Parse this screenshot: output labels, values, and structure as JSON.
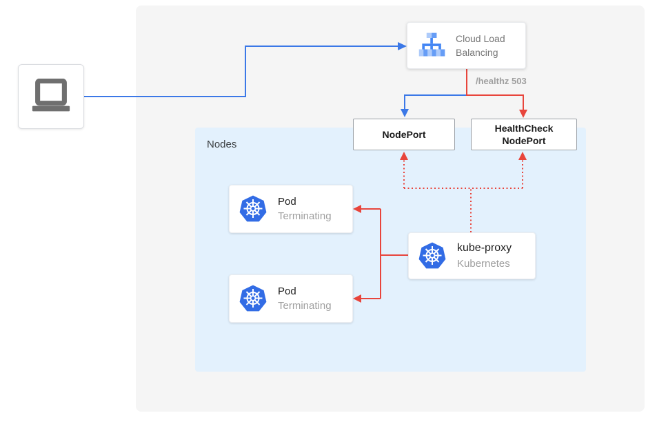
{
  "diagram": {
    "client": {
      "icon": "laptop-icon"
    },
    "cloud_load_balancing": {
      "icon": "load-balancer-tree-icon",
      "label_line1": "Cloud Load",
      "label_line2": "Balancing"
    },
    "healthz_label": "/healthz 503",
    "nodeport": {
      "label": "NodePort"
    },
    "healthcheck_nodeport": {
      "label_line1": "HealthCheck",
      "label_line2": "NodePort"
    },
    "nodes_group": {
      "label": "Nodes"
    },
    "pods": [
      {
        "icon": "kubernetes-wheel-icon",
        "title": "Pod",
        "status": "Terminating"
      },
      {
        "icon": "kubernetes-wheel-icon",
        "title": "Pod",
        "status": "Terminating"
      }
    ],
    "kube_proxy": {
      "icon": "kubernetes-wheel-icon",
      "title": "kube-proxy",
      "subtitle": "Kubernetes"
    },
    "connections": [
      {
        "from": "client",
        "to": "cloud-load-balancing",
        "style": "solid",
        "color": "blue"
      },
      {
        "from": "cloud-load-balancing",
        "to": "nodeport",
        "style": "solid",
        "color": "blue"
      },
      {
        "from": "cloud-load-balancing",
        "to": "healthcheck-nodeport",
        "style": "solid",
        "color": "red",
        "label": "/healthz 503"
      },
      {
        "from": "kube-proxy",
        "to": "pod-terminating-1",
        "style": "solid",
        "color": "red"
      },
      {
        "from": "kube-proxy",
        "to": "pod-terminating-2",
        "style": "solid",
        "color": "red"
      },
      {
        "from": "kube-proxy",
        "to": "nodeport",
        "style": "dotted",
        "color": "red"
      },
      {
        "from": "kube-proxy",
        "to": "healthcheck-nodeport",
        "style": "dotted",
        "color": "red"
      }
    ],
    "colors": {
      "blue_line": "#3B78E7",
      "red_line": "#E8453C",
      "kubernetes_blue": "#326CE5",
      "nodes_background": "#E3F1FD",
      "outer_background": "#F5F5F5",
      "laptop_gray": "#6F6F6F",
      "muted_text": "#9E9E9E"
    }
  }
}
